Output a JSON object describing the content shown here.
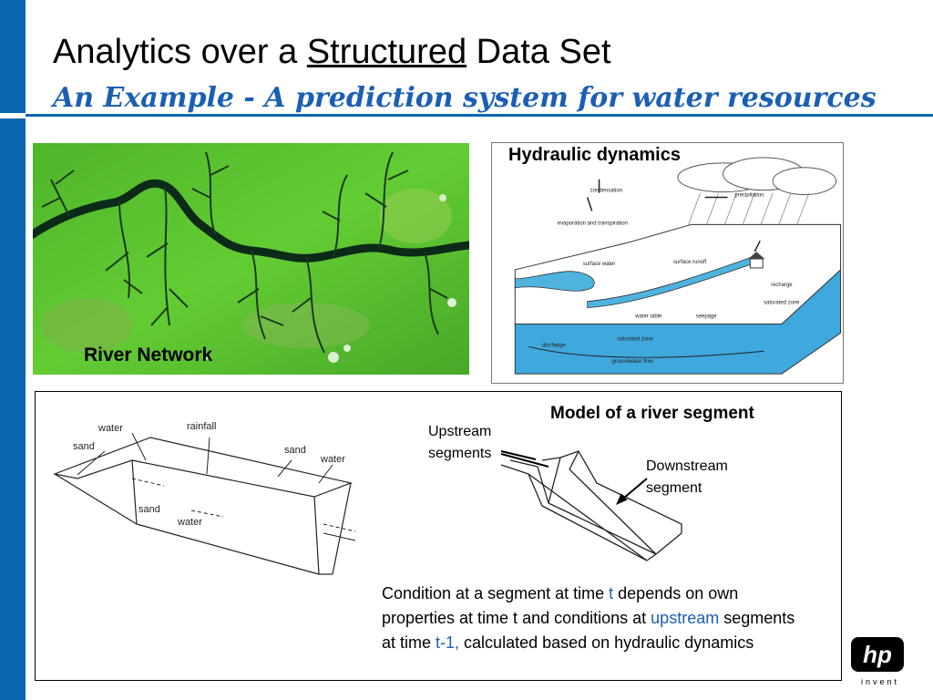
{
  "title": {
    "before": "Analytics over a ",
    "underlined": "Structured",
    "after": " Data Set"
  },
  "subtitle": "An Example - A prediction system for water resources",
  "river_photo": {
    "label": "River Network"
  },
  "hydraulic_diagram": {
    "title": "Hydraulic dynamics",
    "labels": {
      "condensation": "condensation",
      "evaporation": "evaporation and transpiration",
      "precipitation": "precipitation",
      "surface_water": "surface water",
      "surface_runoff": "surface runoff",
      "recharge": "recharge",
      "saturated_zone_side": "saturated zone",
      "water_table": "water table",
      "seepage": "seepage",
      "saturated_zone": "saturated zone",
      "discharge": "discharge",
      "groundwater_flow": "groundwater flow"
    }
  },
  "model": {
    "title": "Model of a river segment",
    "sketch_labels": {
      "water1": "water",
      "sand1": "sand",
      "rainfall": "rainfall",
      "sand2": "sand",
      "water2": "water",
      "sand3": "sand",
      "water3": "water"
    },
    "upstream_l1": "Upstream",
    "upstream_l2": "segments",
    "downstream_l1": "Downstream",
    "downstream_l2": "segment",
    "caption": {
      "p1": "Condition at a segment at time ",
      "t": "t",
      "p2": " depends on own properties at time t and conditions at ",
      "upstream": "upstream",
      "p3": " segments at time ",
      "t1": "t-1,",
      "p4": " calculated based on hydraulic dynamics"
    }
  },
  "logo": {
    "mark": "hp",
    "tagline": "invent"
  },
  "colors": {
    "sidebar": "#0a66b0",
    "accent": "#1a5fb4",
    "water": "#4fb3e0",
    "vegetation": "#56c42b"
  }
}
